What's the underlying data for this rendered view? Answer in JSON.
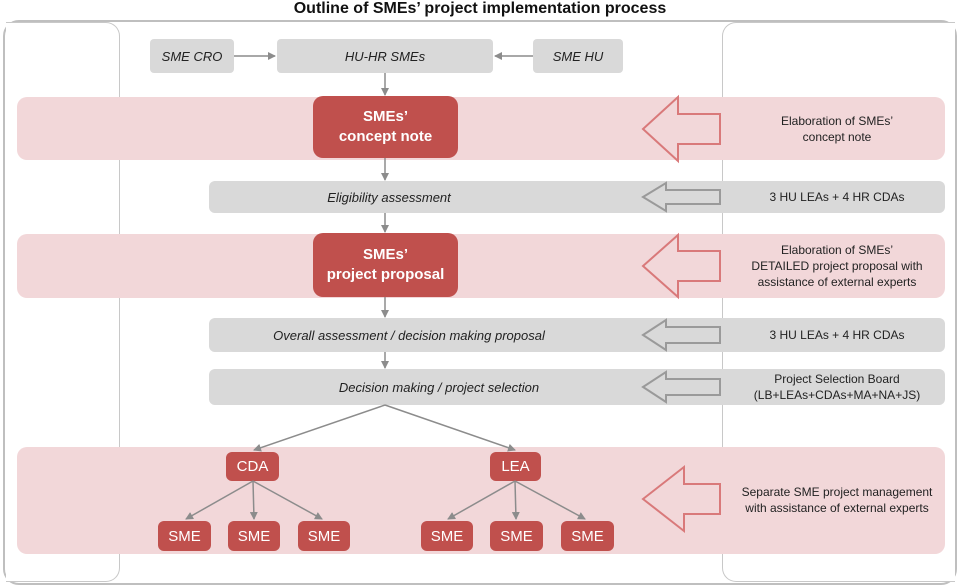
{
  "title": "Outline of SMEs’ project implementation process",
  "top": {
    "left": "SME CRO",
    "center": "HU-HR SMEs",
    "right": "SME HU"
  },
  "rows": {
    "concept_note": {
      "box": "SMEs’\nconcept note",
      "right": "Elaboration of SMEs’\nconcept note"
    },
    "eligibility": {
      "bar": "Eligibility assessment",
      "right": "3 HU LEAs + 4 HR CDAs"
    },
    "proposal": {
      "box": "SMEs’\nproject proposal",
      "right": "Elaboration of SMEs’\nDETAILED project proposal with\nassistance of external experts"
    },
    "overall": {
      "bar": "Overall assessment  / decision  making proposal",
      "right": "3 HU LEAs + 4 HR CDAs"
    },
    "decision": {
      "bar": "Decision making  / project  selection",
      "right": "Project Selection Board\n(LB+LEAs+CDAs+MA+NA+JS)"
    },
    "management": {
      "cda": "CDA",
      "lea": "LEA",
      "sme_labels": [
        "SME",
        "SME",
        "SME",
        "SME",
        "SME",
        "SME"
      ],
      "right": "Separate SME project management\nwith assistance of external experts"
    }
  },
  "colors": {
    "red": "#c0504d",
    "band": "#f2d7d9",
    "grey": "#d9d9d9",
    "arrow_grey": "#9a9a9a",
    "arrow_red": "#d9797a"
  }
}
